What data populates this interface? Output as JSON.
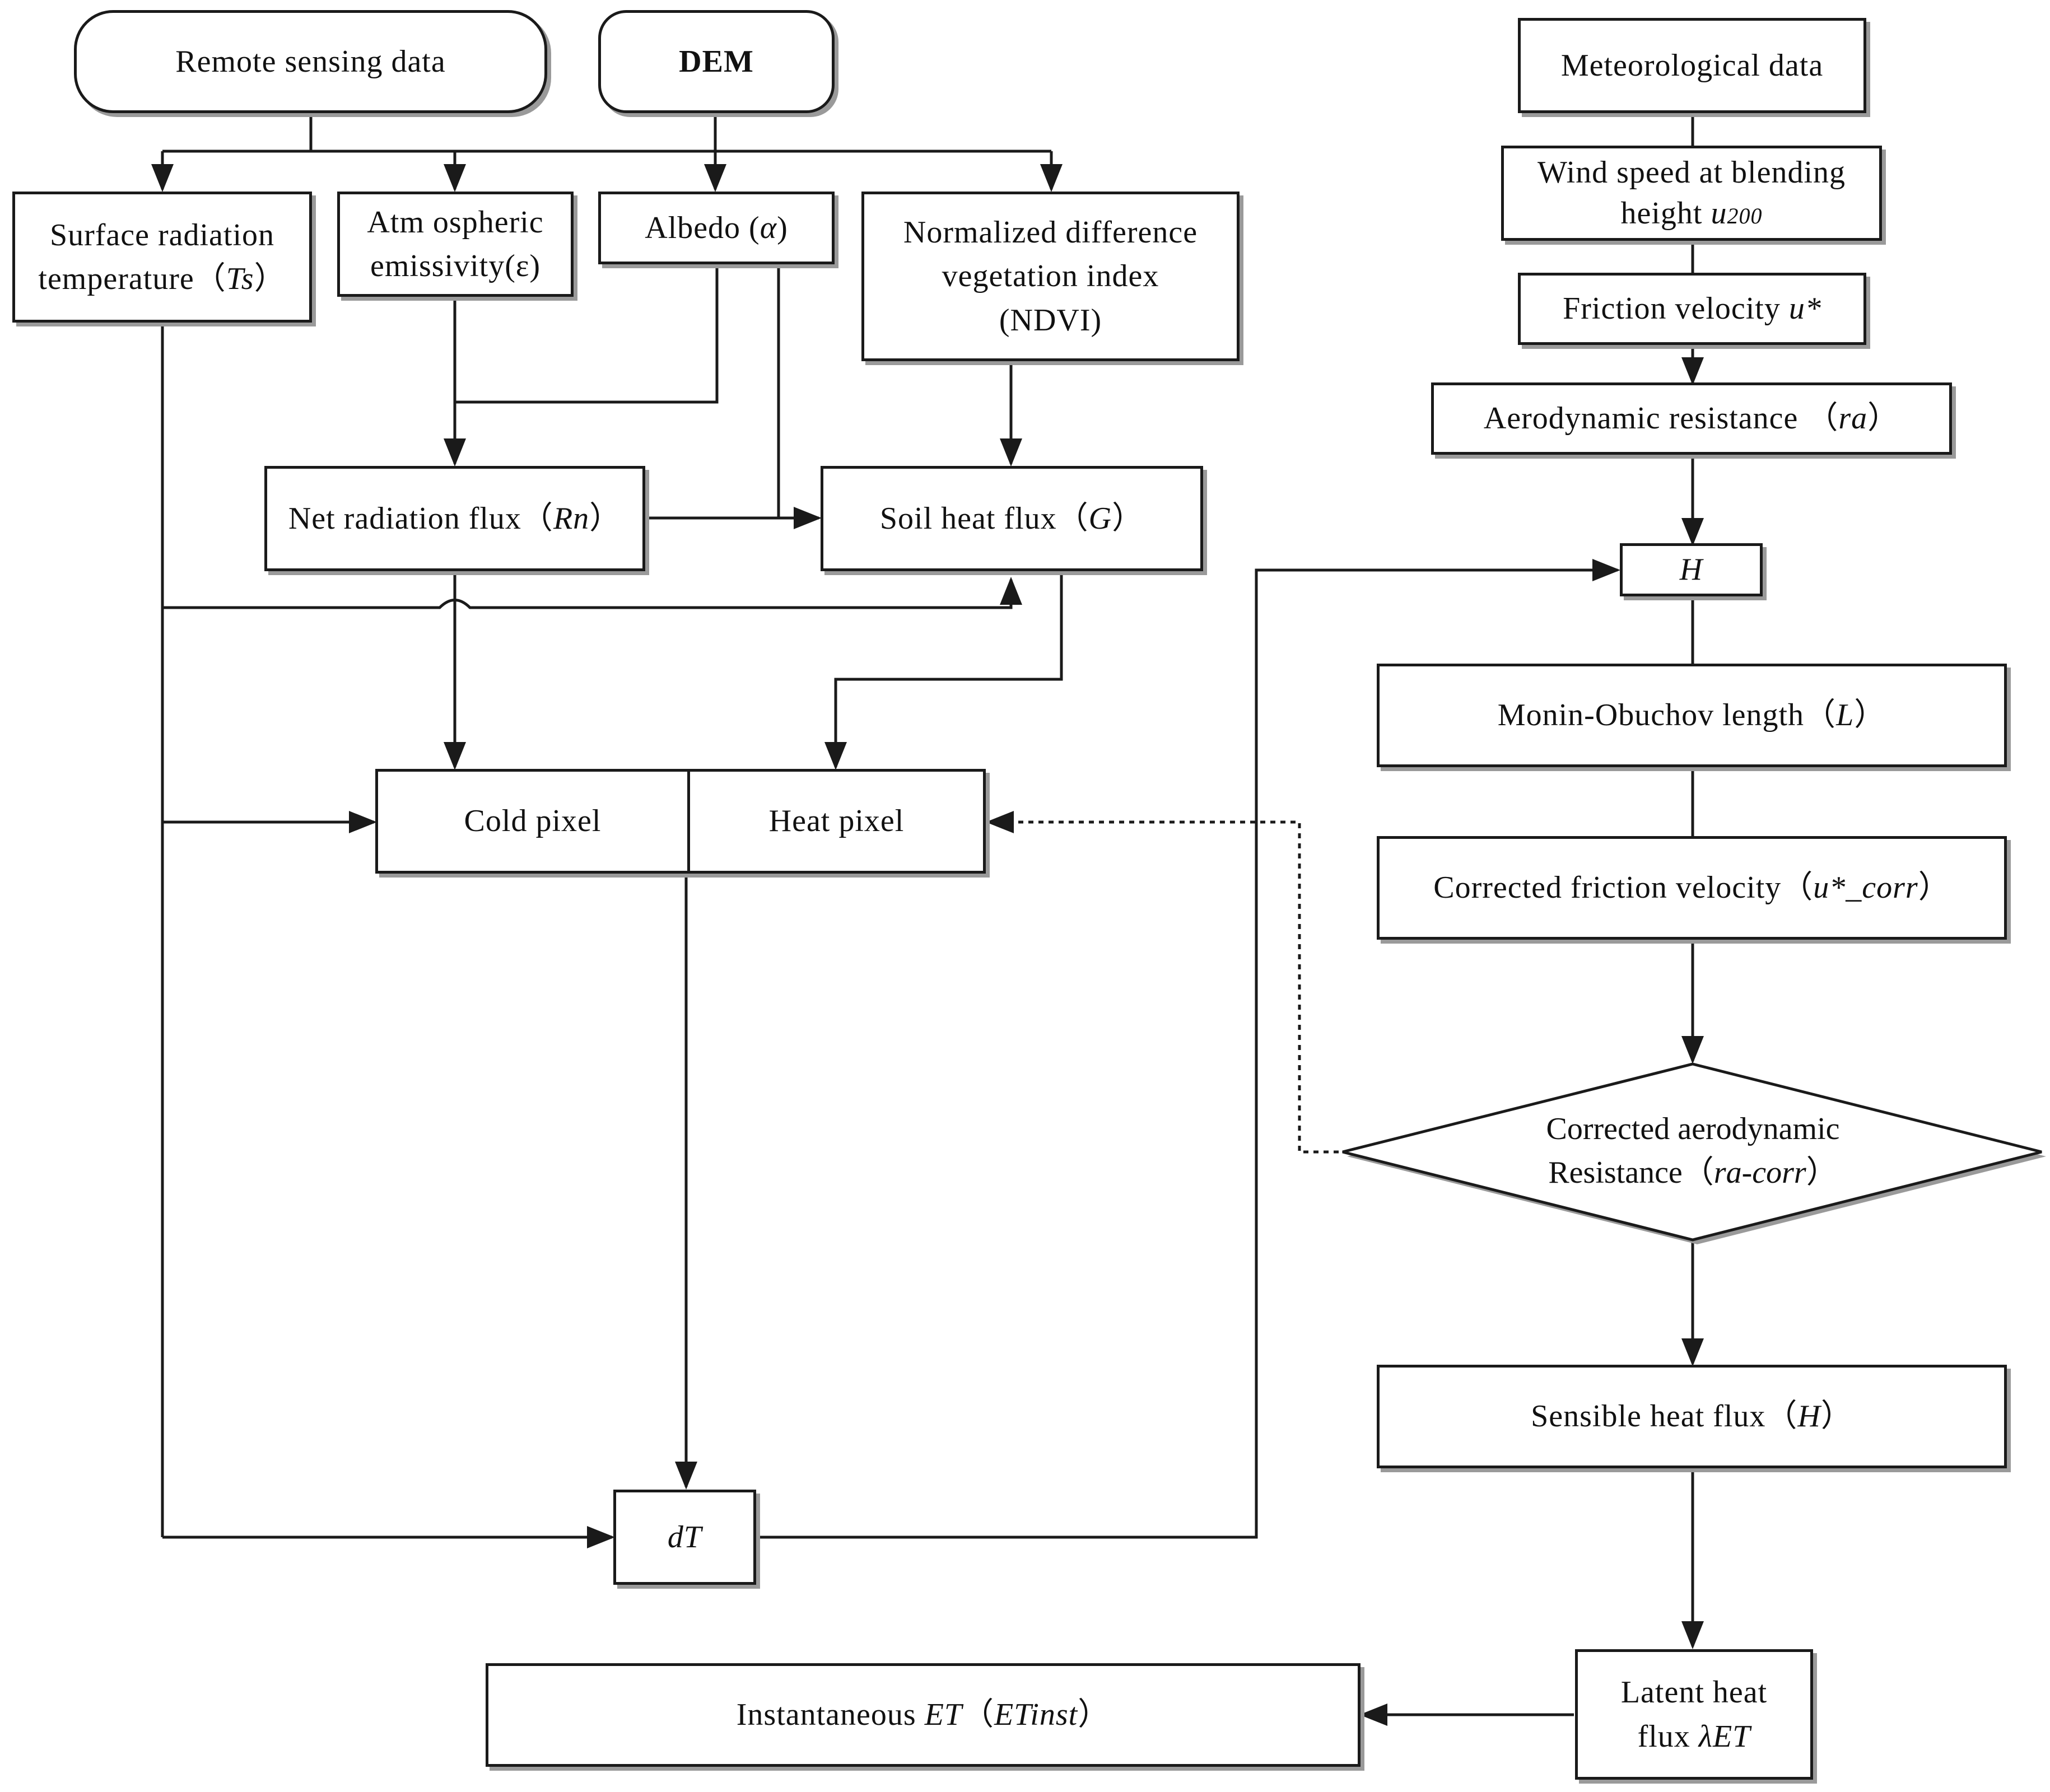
{
  "nodes": {
    "remote_sensing": "Remote sensing data",
    "dem": "DEM",
    "meteorological": "Meteorological data",
    "surface_radiation": {
      "line1": "Surface radiation",
      "line2_text": "temperature（",
      "line2_sym": "Ts",
      "line2_end": "）"
    },
    "atm_emissivity": {
      "line1": "Atm ospheric",
      "line2": "emissivity(ε)"
    },
    "albedo": {
      "text": "Albedo (",
      "sym": "α",
      "end": ")"
    },
    "ndvi": {
      "line1": "Normalized difference",
      "line2": "vegetation index",
      "line3": "(NDVI)"
    },
    "wind_speed": {
      "line1": "Wind speed at blending",
      "line2_text": "height ",
      "line2_sym": "u",
      "line2_sub": "200"
    },
    "friction_velocity": {
      "text": "Friction velocity ",
      "sym": "u*"
    },
    "aero_resistance": {
      "text": "Aerodynamic resistance  （",
      "sym": "ra",
      "end": "）"
    },
    "net_radiation": {
      "text": "Net radiation flux（",
      "sym": "Rn",
      "end": "）"
    },
    "soil_heat": {
      "text": "Soil heat flux（",
      "sym": "G",
      "end": "）"
    },
    "h_small": {
      "sym": "H"
    },
    "monin": {
      "text": "Monin-Obuchov length（",
      "sym": "L",
      "end": "）"
    },
    "cold_pixel": "Cold pixel",
    "heat_pixel": "Heat pixel",
    "corrected_friction": {
      "text": "Corrected friction velocity（",
      "sym": "u*_corr",
      "end": "）"
    },
    "corrected_aero": {
      "line1": "Corrected aerodynamic",
      "line2_text": "Resistance（",
      "line2_sym": "ra-corr",
      "line2_end": "）"
    },
    "sensible_heat": {
      "text": "Sensible heat flux（",
      "sym": "H",
      "end": "）"
    },
    "dt": {
      "sym": "dT"
    },
    "instantaneous_et": {
      "text": "Instantaneous ",
      "sym": "ET",
      "mid": "（",
      "sym2": "ETinst",
      "end": "）"
    },
    "latent_heat": {
      "line1": "Latent heat",
      "line2_text": "flux ",
      "line2_sym": "λET"
    }
  },
  "colors": {
    "line": "#1a1a1a",
    "shadow": "#9a9a9a",
    "background": "#ffffff"
  }
}
